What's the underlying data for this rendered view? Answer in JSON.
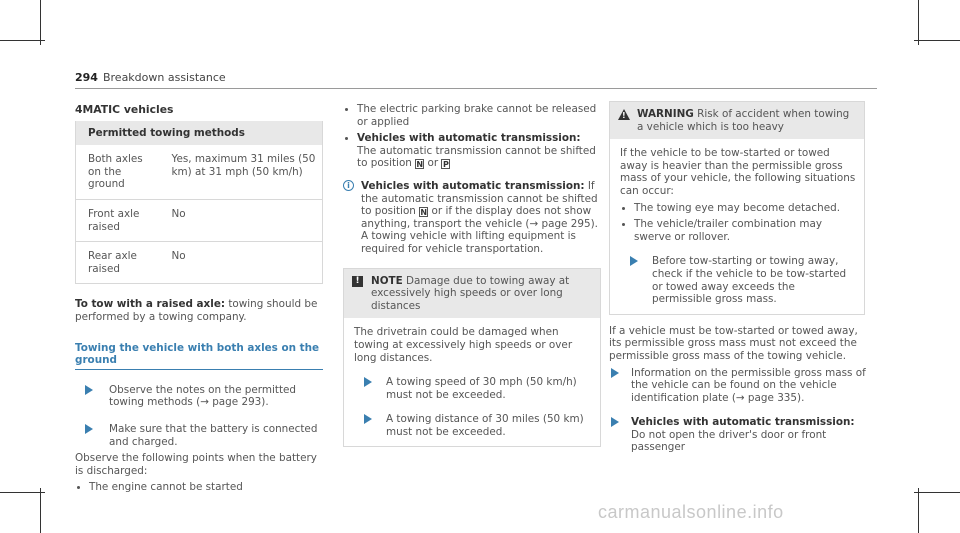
{
  "header": {
    "page_number": "294",
    "section": "Breakdown assistance"
  },
  "left": {
    "title": "4MATIC vehicles",
    "table": {
      "header": "Permitted towing methods",
      "rows": [
        {
          "a": "Both axles on the ground",
          "b": "Yes, maximum 31 miles (50 km) at 31 mph (50 km/h)"
        },
        {
          "a": "Front axle raised",
          "b": "No"
        },
        {
          "a": "Rear axle raised",
          "b": "No"
        }
      ]
    },
    "tow_label": "To tow with a raised axle:",
    "tow_text": " towing should be performed by a towing company.",
    "link_heading": "Towing the vehicle with both axles on the ground",
    "step1": "Observe the notes on the permitted towing methods (→ page 293).",
    "step2": "Make sure that the battery is connected and charged.",
    "observe": "Observe the following points when the battery is discharged:",
    "bullet1": "The engine cannot be started"
  },
  "middle": {
    "bullet1": "The electric parking brake cannot be released or applied",
    "bullet2_label": "Vehicles with automatic transmission:",
    "bullet2_text": " The automatic transmission cannot be shifted to position",
    "bullet2_or": "or",
    "key_n": "N",
    "key_p": "P",
    "info_label": "Vehicles with automatic transmission:",
    "info_text_a": " If the automatic transmission cannot be shifted to position",
    "info_text_b": " or if the display does not show anything, transport the vehicle (→ page 295). A towing vehicle with lifting equipment is required for vehicle transportation.",
    "note": {
      "label": "NOTE",
      "head_text": " Damage due to towing away at excessively high speeds or over long distances",
      "body": "The drivetrain could be damaged when towing at excessively high speeds or over long distances.",
      "step1": "A towing speed of 30 mph (50 km/h) must not be exceeded.",
      "step2": "A towing distance of 30 miles (50 km) must not be exceeded."
    }
  },
  "right": {
    "warning": {
      "label": "WARNING",
      "head_text": " Risk of accident when towing a vehicle which is too heavy",
      "body": "If the vehicle to be tow-started or towed away is heavier than the permissible gross mass of your vehicle, the following situations can occur:",
      "bullet1": "The towing eye may become detached.",
      "bullet2": "The vehicle/trailer combination may swerve or rollover.",
      "step": "Before tow-starting or towing away, check if the vehicle to be tow-started or towed away exceeds the permissible gross mass."
    },
    "para": "If a vehicle must be tow-started or towed away, its permissible gross mass must not exceed the permissible gross mass of the towing vehicle.",
    "step1": "Information on the permissible gross mass of the vehicle can be found on the vehicle identification plate (→ page 335).",
    "step2_label": "Vehicles with automatic transmission:",
    "step2_text": " Do not open the driver's door or front passenger"
  },
  "watermark": "carmanualsonline.info"
}
